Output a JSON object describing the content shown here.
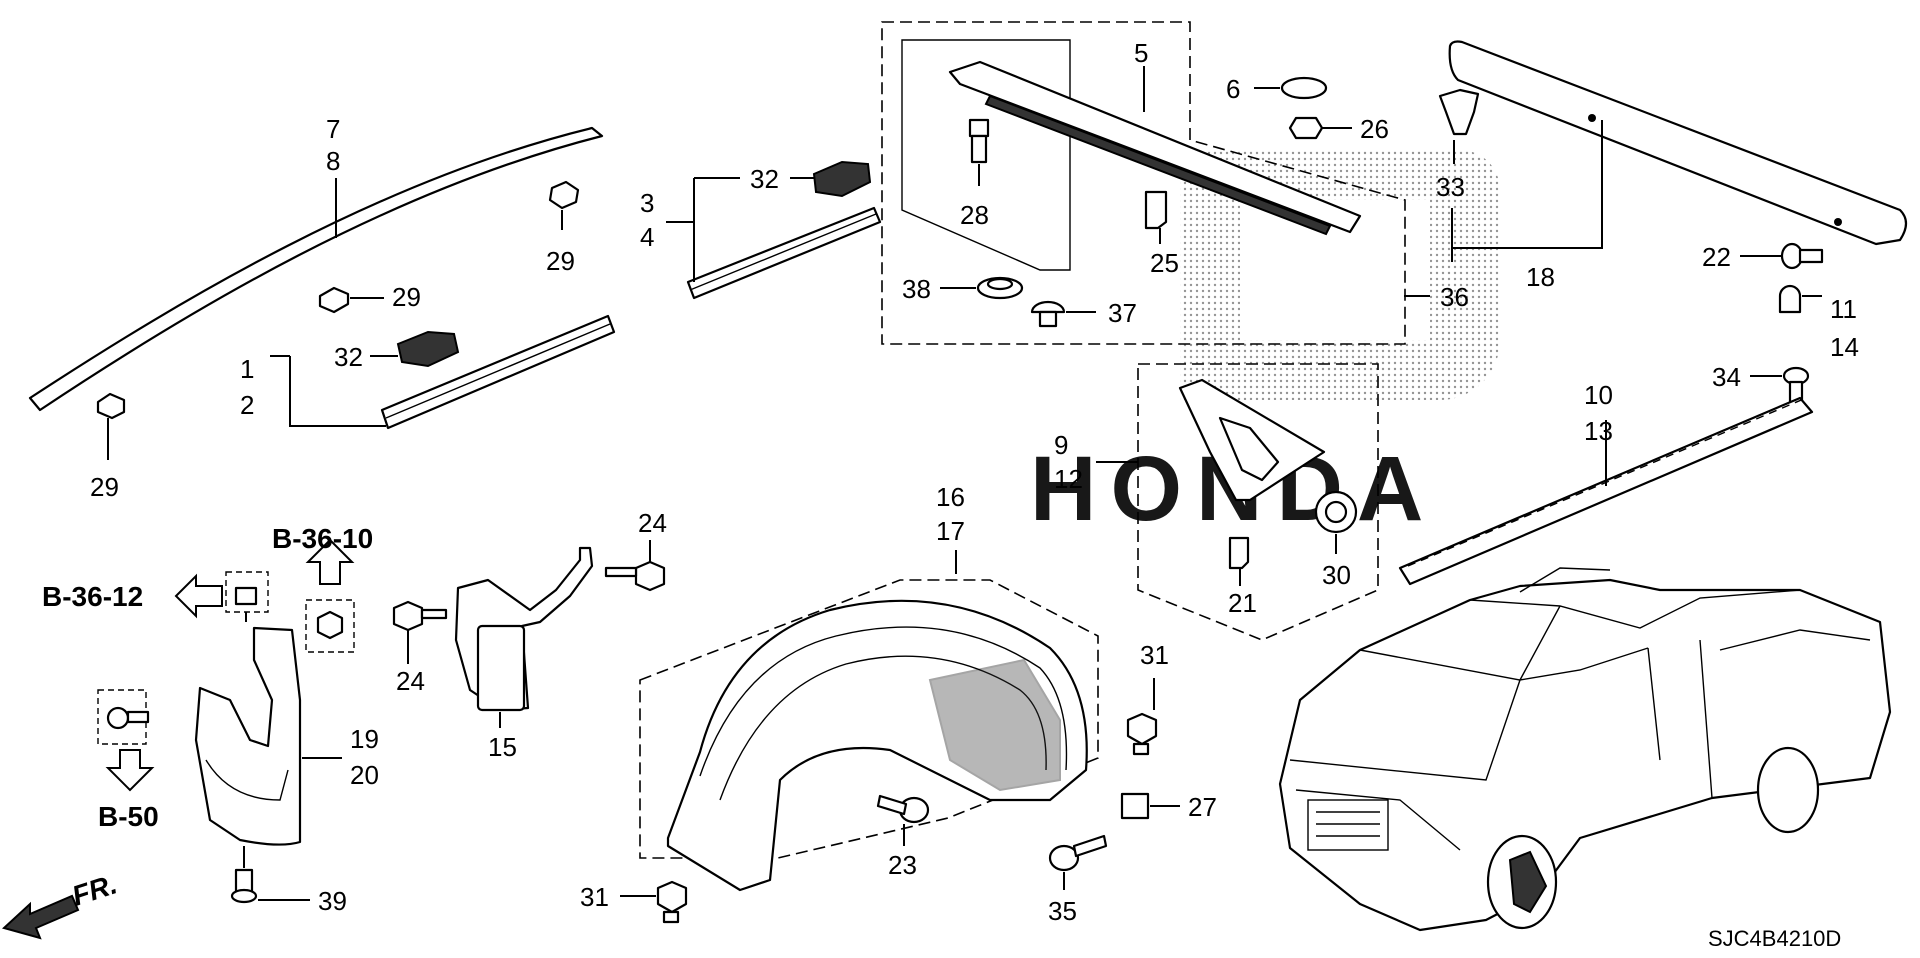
{
  "callouts": {
    "c1": "1",
    "c2": "2",
    "c3": "3",
    "c4": "4",
    "c5": "5",
    "c6": "6",
    "c7": "7",
    "c8": "8",
    "c9": "9",
    "c10": "10",
    "c11": "11",
    "c12": "12",
    "c13": "13",
    "c14": "14",
    "c15": "15",
    "c16": "16",
    "c17": "17",
    "c18": "18",
    "c19": "19",
    "c20": "20",
    "c21": "21",
    "c22": "22",
    "c23a": "23",
    "c24a": "24",
    "c24b": "24",
    "c25": "25",
    "c26": "26",
    "c27": "27",
    "c28": "28",
    "c29a": "29",
    "c29b": "29",
    "c29c": "29",
    "c30": "30",
    "c31a": "31",
    "c31b": "31",
    "c32a": "32",
    "c32b": "32",
    "c33": "33",
    "c34": "34",
    "c35": "35",
    "c36": "36",
    "c37": "37",
    "c38": "38",
    "c39": "39"
  },
  "references": {
    "b3610": "B-36-10",
    "b3612": "B-36-12",
    "b50": "B-50"
  },
  "direction_label": "FR.",
  "diagram_code": "SJC4B4210D",
  "watermark": "HONDA"
}
